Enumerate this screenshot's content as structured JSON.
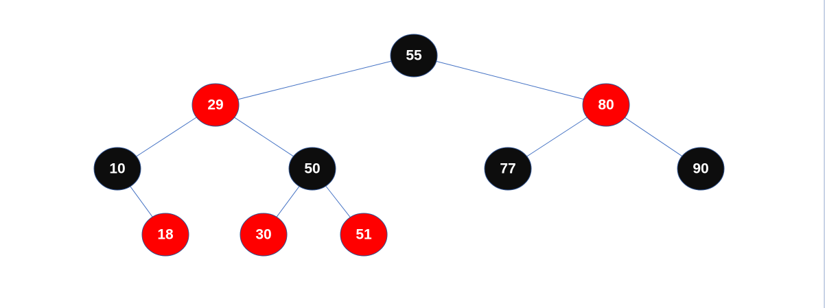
{
  "tree": {
    "colors": {
      "red": "#ff0000",
      "black": "#0d0d0d",
      "edge": "#4472c4",
      "node_outline": "#2f528f",
      "label": "#ffffff"
    },
    "nodes": [
      {
        "id": "n55",
        "label": "55",
        "color": "black",
        "parent": null
      },
      {
        "id": "n29",
        "label": "29",
        "color": "red",
        "parent": "n55"
      },
      {
        "id": "n80",
        "label": "80",
        "color": "red",
        "parent": "n55"
      },
      {
        "id": "n10",
        "label": "10",
        "color": "black",
        "parent": "n29"
      },
      {
        "id": "n50",
        "label": "50",
        "color": "black",
        "parent": "n29"
      },
      {
        "id": "n77",
        "label": "77",
        "color": "black",
        "parent": "n80"
      },
      {
        "id": "n90",
        "label": "90",
        "color": "black",
        "parent": "n80"
      },
      {
        "id": "n18",
        "label": "18",
        "color": "red",
        "parent": "n10"
      },
      {
        "id": "n30",
        "label": "30",
        "color": "red",
        "parent": "n50"
      },
      {
        "id": "n51",
        "label": "51",
        "color": "red",
        "parent": "n50"
      }
    ]
  }
}
